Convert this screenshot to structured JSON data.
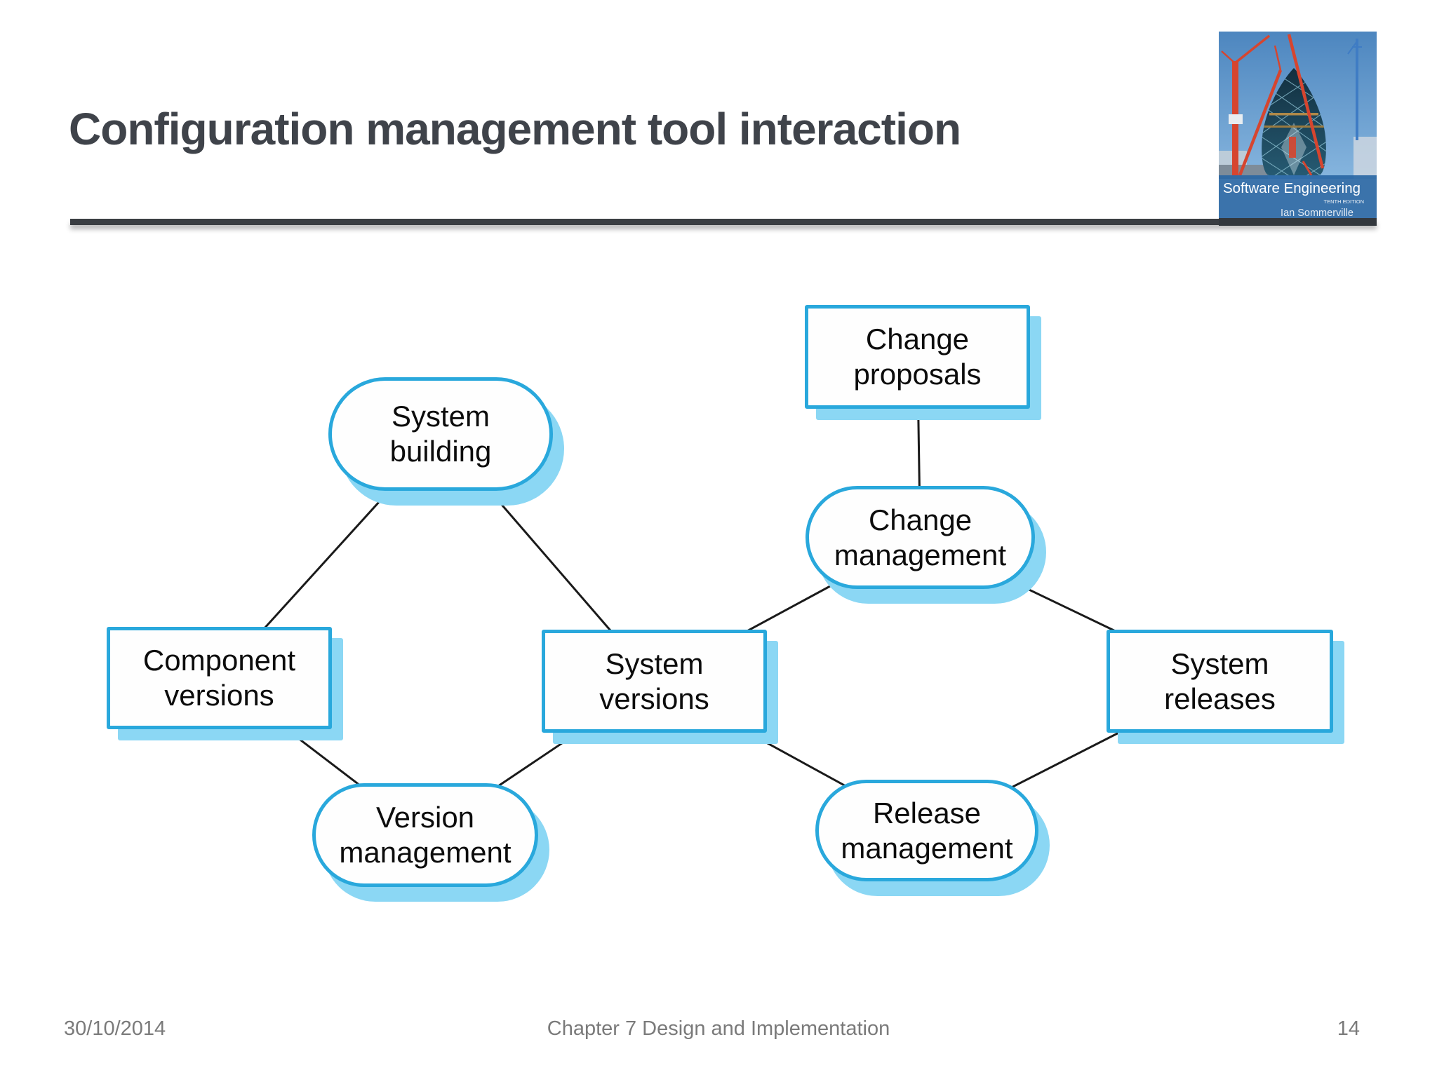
{
  "slide": {
    "title": "Configuration management tool interaction",
    "footer": {
      "date": "30/10/2014",
      "chapter": "Chapter 7 Design and Implementation",
      "page": "14"
    }
  },
  "book_cover": {
    "title": "Software Engineering",
    "edition": "TENTH EDITION",
    "author": "Ian Sommerville"
  },
  "diagram": {
    "nodes": [
      {
        "id": "system-building",
        "label": "System\nbuilding",
        "shape": "stadium"
      },
      {
        "id": "change-proposals",
        "label": "Change\nproposals",
        "shape": "rect"
      },
      {
        "id": "change-management",
        "label": "Change\nmanagement",
        "shape": "stadium"
      },
      {
        "id": "component-versions",
        "label": "Component\nversions",
        "shape": "rect"
      },
      {
        "id": "system-versions",
        "label": "System\nversions",
        "shape": "rect"
      },
      {
        "id": "system-releases",
        "label": "System\nreleases",
        "shape": "rect"
      },
      {
        "id": "version-management",
        "label": "Version\nmanagement",
        "shape": "stadium"
      },
      {
        "id": "release-management",
        "label": "Release\nmanagement",
        "shape": "stadium"
      }
    ],
    "edges": [
      [
        "system-building",
        "component-versions"
      ],
      [
        "system-building",
        "system-versions"
      ],
      [
        "change-proposals",
        "change-management"
      ],
      [
        "change-management",
        "system-versions"
      ],
      [
        "change-management",
        "system-releases"
      ],
      [
        "component-versions",
        "version-management"
      ],
      [
        "system-versions",
        "version-management"
      ],
      [
        "system-versions",
        "release-management"
      ],
      [
        "release-management",
        "system-releases"
      ]
    ],
    "colors": {
      "node_border": "#29a8dc",
      "node_fill": "#fefefe",
      "node_shadow": "#8bd7f4",
      "edge_line": "#1a1a1a",
      "title_text": "#3f434a",
      "divider": "#3a3e42",
      "footer_text": "#7a7a7a"
    }
  }
}
